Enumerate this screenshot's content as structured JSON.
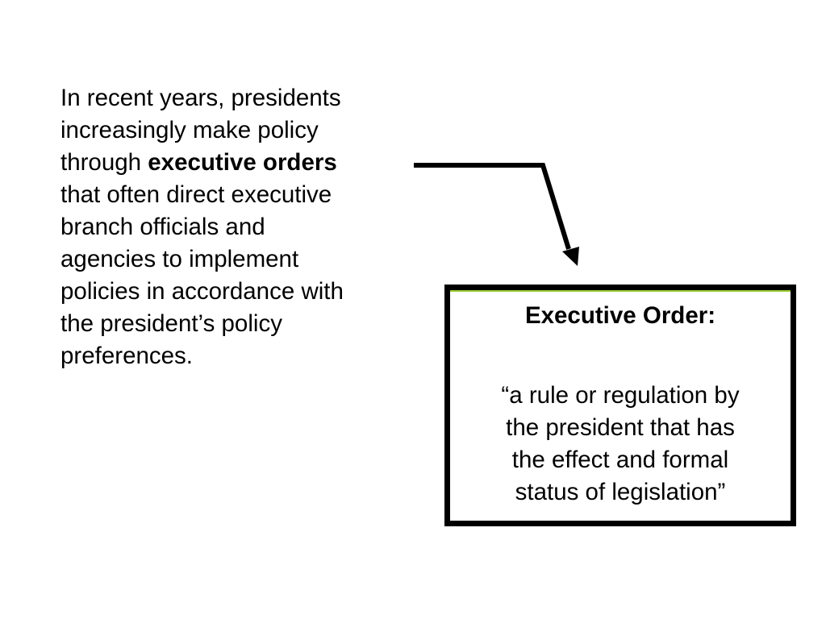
{
  "paragraph": {
    "lines": [
      "In recent years, presidents",
      "increasingly make policy",
      "through ",
      "that often direct executive",
      "branch officials and",
      "agencies to implement",
      "policies in accordance with",
      "the president’s policy",
      "preferences."
    ],
    "bold_term": "executive orders"
  },
  "definition_box": {
    "title": "Executive Order:",
    "quote_lines": [
      "“a rule or regulation by",
      "the president that has",
      "the effect and formal",
      "status of legislation”"
    ]
  },
  "colors": {
    "text": "#000000",
    "box_border": "#000000",
    "box_accent": "#9acd32",
    "arrow": "#000000"
  }
}
